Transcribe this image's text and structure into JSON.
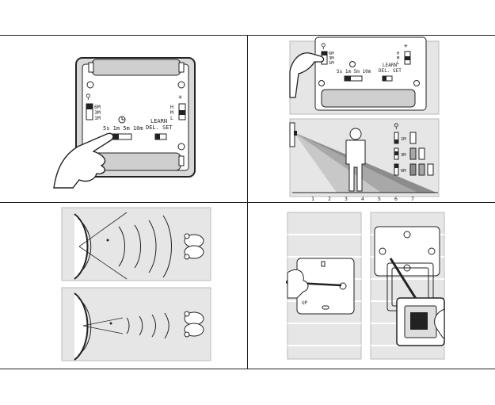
{
  "switch_labels": {
    "range_6m": "6M",
    "range_3m": "3M",
    "range_1m": "1M",
    "lux_h": "H",
    "lux_m": "M",
    "lux_l": "L",
    "time_scale": "5s 1m 5m 10m",
    "learn": "LEARN",
    "del_set": "DEL. SET"
  },
  "range_diagram": {
    "rows": [
      "1M",
      "3M",
      "6M"
    ],
    "floor_marks": [
      "1",
      "2",
      "3",
      "4",
      "5",
      "6",
      "7"
    ]
  },
  "mount_labels": {
    "up": "UP"
  },
  "colors": {
    "line": "#222222",
    "panel_bg": "#e6e6e6",
    "device": "#ffffff",
    "beam_dark": "#8c8c8c",
    "beam_mid": "#a8a8a8",
    "beam_light": "#c8c8c8"
  }
}
